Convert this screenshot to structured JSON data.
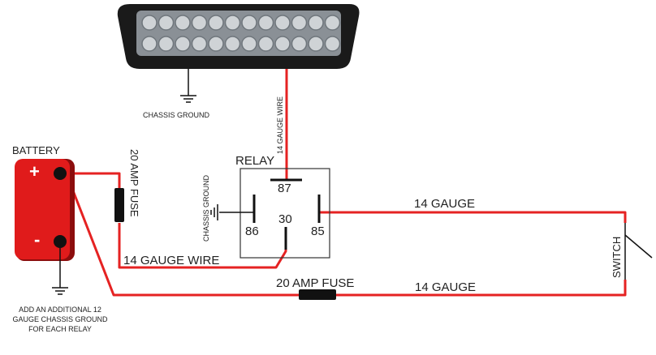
{
  "labels": {
    "chassis_ground_top": "CHASSIS GROUND",
    "gauge_wire_vertical": "14 GAUGE WIRE",
    "battery": "BATTERY",
    "fuse_left": "20 AMP FUSE",
    "chassis_ground_relay": "CHASSIS GROUND",
    "relay": "RELAY",
    "pin_87": "87",
    "pin_86": "86",
    "pin_30": "30",
    "pin_85": "85",
    "gauge_top_right": "14 GAUGE",
    "gauge_wire_bottom": "14 GAUGE WIRE",
    "fuse_bottom": "20 AMP FUSE",
    "gauge_bottom_right": "14 GAUGE",
    "switch": "SWITCH",
    "battery_plus": "+",
    "battery_minus": "-",
    "ground_note": "ADD AN ADDITIONAL 12 GAUGE CHASSIS GROUND FOR EACH RELAY"
  },
  "colors": {
    "wire": "#e52222",
    "battery": "#e01b1b",
    "battery_dark": "#8c0d0d",
    "black": "#111111",
    "light_body": "#1a1a1a",
    "led": "#cfd3d6"
  }
}
